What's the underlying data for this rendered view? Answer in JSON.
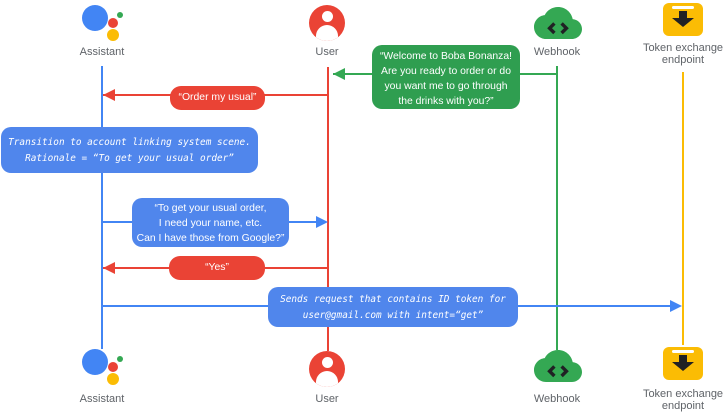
{
  "colors": {
    "blue": "#4285f4",
    "blue_box": "#5086ec",
    "red": "#ea4335",
    "green": "#34a853",
    "green_box": "#2f9e50",
    "yellow": "#fbbc04",
    "label_gray": "#5f6368",
    "icon_glyph_dark": "#202124"
  },
  "actors": {
    "assistant": {
      "label": "Assistant",
      "icon": "google-assistant-icon"
    },
    "user": {
      "label": "User",
      "icon": "user-avatar-icon"
    },
    "webhook": {
      "label": "Webhook",
      "icon": "cloud-code-icon"
    },
    "token": {
      "label_line1": "Token exchange",
      "label_line2": "endpoint",
      "icon": "token-download-box-icon"
    }
  },
  "messages": {
    "welcome": {
      "lines": [
        "“Welcome to Boba Bonanza!",
        "Are you ready to order or do",
        "you want me to go through",
        "the drinks with you?”"
      ]
    },
    "order_usual": {
      "text": "“Order my usual”"
    },
    "transition_note": {
      "lines": [
        "Transition to account linking system scene.",
        "Rationale = “To get your usual order”"
      ]
    },
    "ask_permission": {
      "lines": [
        "“To get your usual order,",
        "I need your name, etc.",
        "Can I have those from Google?”"
      ]
    },
    "yes": {
      "text": "“Yes”"
    },
    "send_request": {
      "lines": [
        "Sends request that contains ID token for",
        "user@gmail.com with intent=“get”"
      ]
    }
  }
}
